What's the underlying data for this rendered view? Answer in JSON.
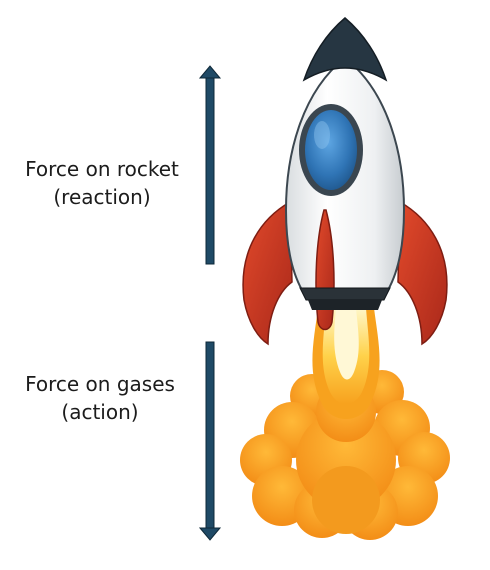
{
  "labels": {
    "reaction": {
      "line1": "Force on rocket",
      "line2": "(reaction)"
    },
    "action": {
      "line1": "Force on gases",
      "line2": "(action)"
    }
  },
  "colors": {
    "arrow": "#1f4a66",
    "rocket_body": "#f2f2f2",
    "nose_cone": "#263642",
    "window": "#2f74b5",
    "fins": "#cf3a22",
    "nozzle": "#1d2328",
    "flame_core": "#fff1a8",
    "exhaust": "#f59a1c"
  }
}
